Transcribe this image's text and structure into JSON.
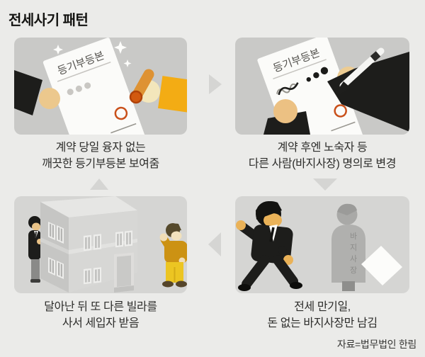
{
  "title": "전세사기 패턴",
  "source": "자료=법무법인 한림",
  "steps": [
    {
      "caption": [
        "계약 당일 융자 없는",
        "깨끗한 등기부등본 보여줌"
      ],
      "document_label": "등기부등본"
    },
    {
      "caption": [
        "계약 후엔 노숙자 등",
        "다른 사람(바지사장) 명의로 변경"
      ],
      "document_label": "등기부등본"
    },
    {
      "caption": [
        "전세 만기일,",
        "돈 없는 바지사장만 남김"
      ],
      "ghost_label": "바지사장",
      "ghost_chars": [
        "바",
        "지",
        "사",
        "장"
      ]
    },
    {
      "caption": [
        "달아난 뒤 또 다른 빌라를",
        "사서 세입자 받음"
      ]
    }
  ],
  "flow": [
    "arrow-right",
    "arrow-down",
    "arrow-left",
    "arrow-up"
  ],
  "colors": {
    "background": "#ebebe9",
    "panel_top": "#c9c9c7",
    "panel_bottom": "#d5d5d3",
    "arrow": "#d5d5d3",
    "accent_yellow": "#f3ac14",
    "stamp_red": "#c9501a",
    "suit_black": "#1d1d1b",
    "document_white": "#fbfbf9",
    "ghost_gray": "#b0b0ae",
    "tenant_mustard": "#cc9213"
  }
}
